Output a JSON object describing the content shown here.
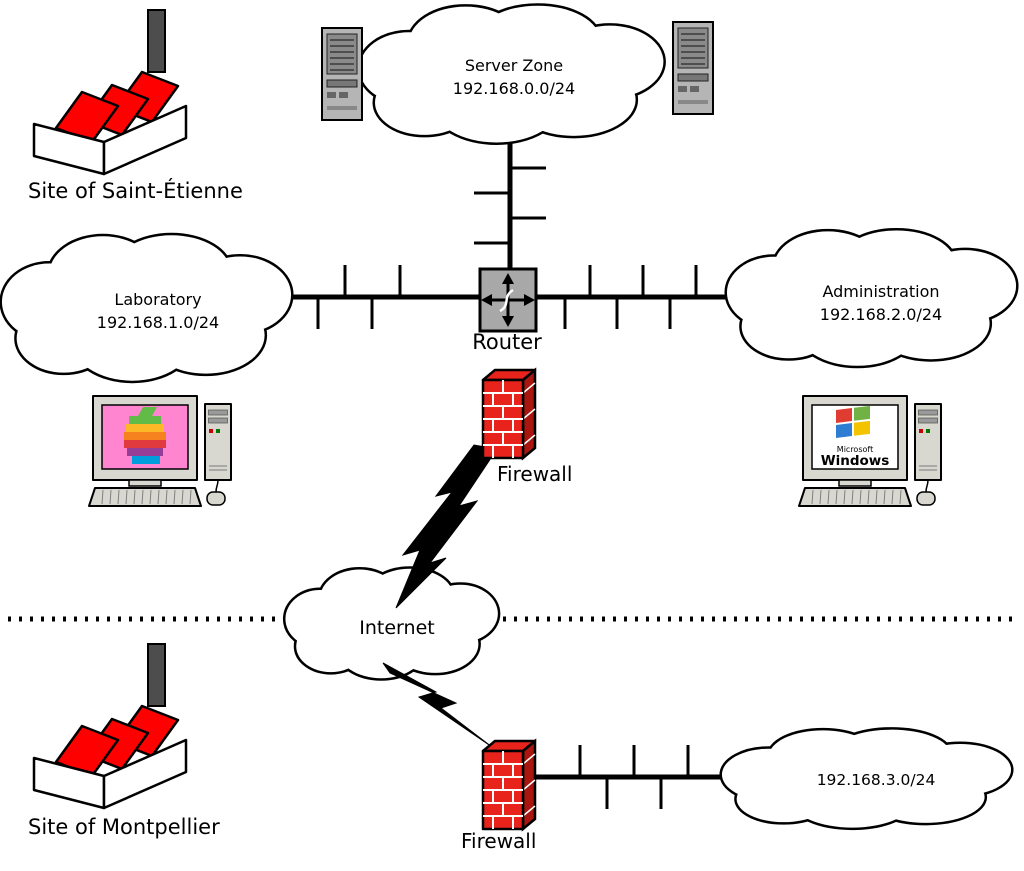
{
  "sites": {
    "saint_etienne": {
      "label": "Site of Saint-Étienne"
    },
    "montpellier": {
      "label": "Site of Montpellier"
    }
  },
  "networks": {
    "server_zone": {
      "name": "Server Zone",
      "subnet": "192.168.0.0/24"
    },
    "laboratory": {
      "name": "Laboratory",
      "subnet": "192.168.1.0/24"
    },
    "administration": {
      "name": "Administration",
      "subnet": "192.168.2.0/24"
    },
    "internet": {
      "name": "Internet"
    },
    "montpellier_lan": {
      "subnet": "192.168.3.0/24"
    }
  },
  "devices": {
    "router": {
      "label": "Router"
    },
    "firewall_main": {
      "label": "Firewall"
    },
    "firewall_branch": {
      "label": "Firewall"
    }
  },
  "workstations": {
    "windows_pc": {
      "vendor": "Microsoft",
      "os": "Windows"
    }
  },
  "icons": {
    "factory": "factory-building-icon",
    "server": "server-tower-icon",
    "router": "router-arrows-icon",
    "firewall": "brick-wall-icon",
    "network": "cloud-icon",
    "wan_link": "lightning-bolt-icon",
    "mac": "apple-rainbow-logo-icon",
    "windows": "windows-flag-logo-icon"
  },
  "colors": {
    "factory-red": "#ff0000",
    "chimney-gray": "#4d4d4d",
    "brick-red": "#e8231c",
    "brick-dark": "#a8160f",
    "router-gray": "#a8a8a8",
    "server-body": "#b5b5b5",
    "server-panel": "#8a8a8a",
    "case-gray": "#d8d8d0",
    "screen-pink": "#ff85d0",
    "apple-green": "#61bb46",
    "apple-yellow": "#fdb827",
    "apple-orange": "#f5821f",
    "apple-red": "#e03a3e",
    "apple-purple": "#963d97",
    "apple-blue": "#009ddc",
    "win-red": "#e03c31",
    "win-green": "#70b244",
    "win-blue": "#2d7dd2",
    "win-yellow": "#f3c300"
  }
}
